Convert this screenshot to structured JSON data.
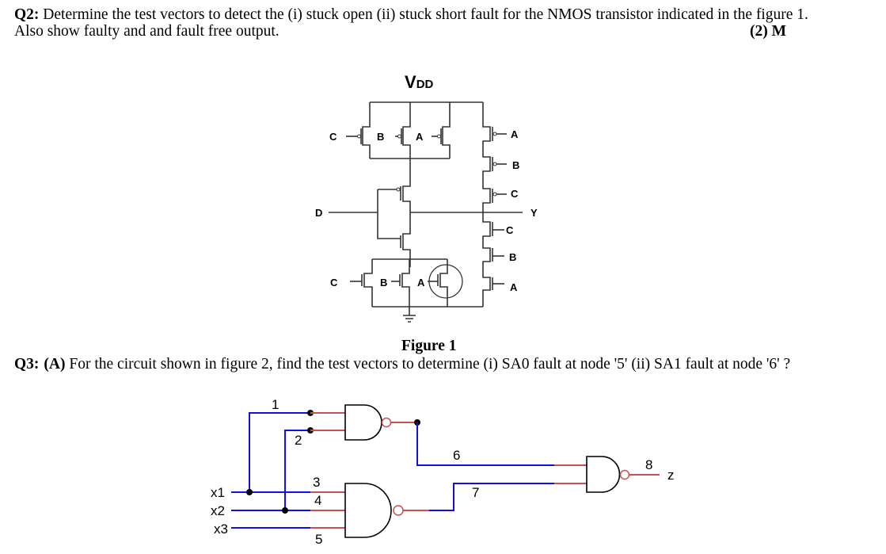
{
  "q2": {
    "label": "Q2:",
    "line1": " Determine the test vectors to detect the (i) stuck open  (ii) stuck short  fault for the NMOS transistor indicated in the figure 1.",
    "line2": "Also show faulty and and fault free output.",
    "marks": "(2) M"
  },
  "figure1": {
    "caption": "Figure 1",
    "vdd_main": "V",
    "vdd_sub": "DD",
    "labels": {
      "pmos_c": "C",
      "pmos_b": "B",
      "pmos_a": "A",
      "d": "D",
      "nmos_c": "C",
      "nmos_b": "B",
      "nmos_a": "A",
      "right_p_a": "A",
      "right_p_b": "B",
      "right_p_c": "C",
      "y": "Y",
      "right_n_c": "C",
      "right_n_b": "B",
      "right_n_a": "A"
    }
  },
  "q3": {
    "label": "Q3:",
    "part": "(A)",
    "text": " For the circuit shown in figure 2, find the test vectors to determine (i) SA0 fault at node '5' (ii) SA1 fault at node '6' ?"
  },
  "figure2": {
    "inputs": [
      "x1",
      "x2",
      "x3"
    ],
    "nodes": [
      "1",
      "2",
      "3",
      "4",
      "5",
      "6",
      "7",
      "8"
    ],
    "output": "z",
    "colors": {
      "wire": "#1010e0",
      "gate_lead": "#c85050"
    }
  }
}
